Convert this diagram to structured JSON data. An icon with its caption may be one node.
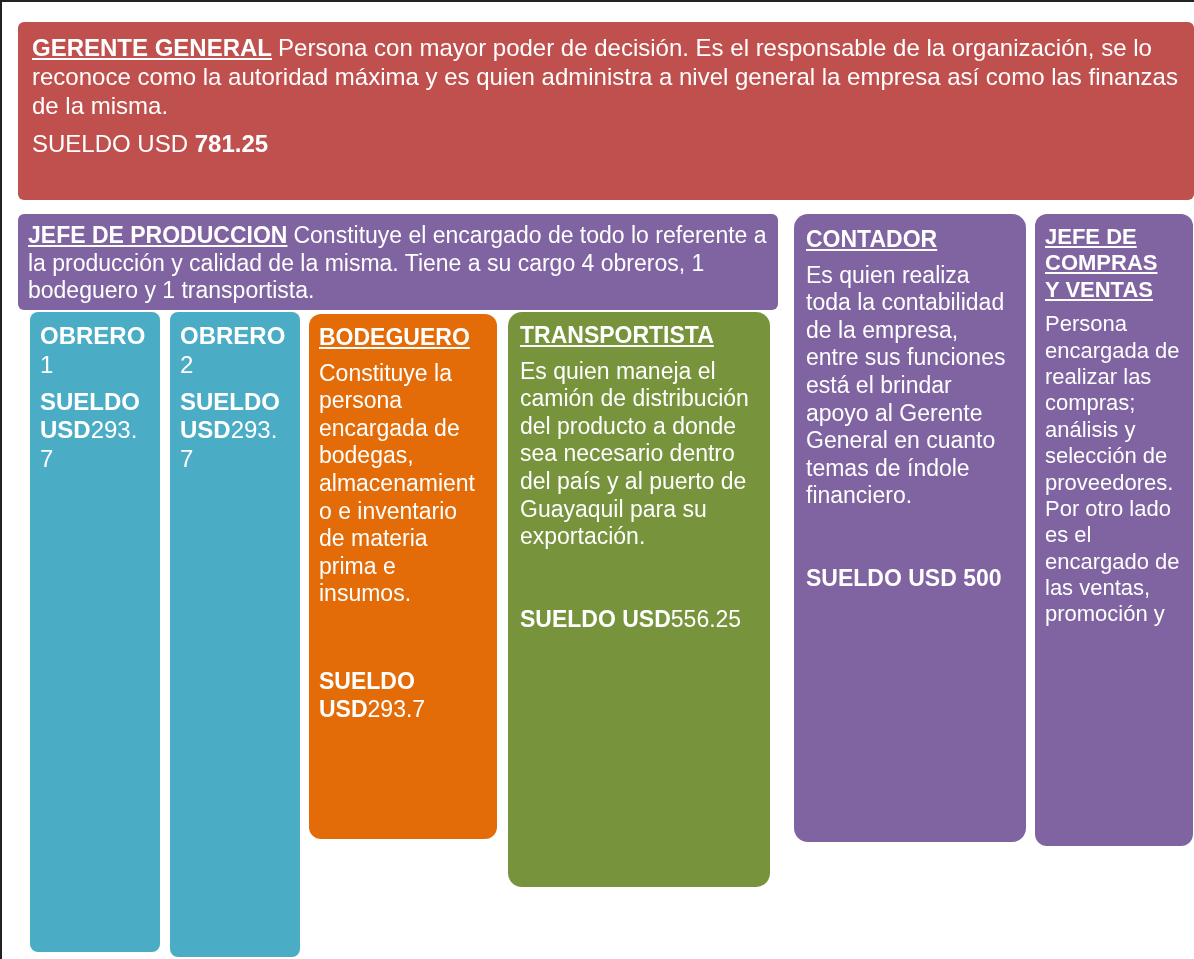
{
  "diagram": {
    "nodes": [
      {
        "text": [
          "GERENTE GENERAL",
          "Persona con mayor poder de decisión. Es el responsable de la organización, se lo reconoce como la autoridad máxima y es quien administra a nivel general la empresa así como las finanzas de la misma.",
          "SUELDO USD **781.25**"
        ]
      },
      {
        "text": [
          "JEFE DE PRODUCCION",
          "Constituye el encargado de todo lo referente a la producción y calidad de la misma. Tiene a su cargo 4 obreros, 1 bodeguero y 1 transportista."
        ]
      },
      {
        "text": [
          "**OBRERO** 1",
          "**SUELDO USD**293.7"
        ]
      },
      {
        "text": [
          "**OBRERO** 2",
          "**SUELDO USD**293.7"
        ]
      },
      {
        "text": [
          "BODEGUERO",
          "Constituye la persona encargada de bodegas, almacenamiento e inventario de materia prima e insumos.",
          "**SUELDO USD**293.7"
        ]
      },
      {
        "text": [
          "TRANSPORTISTA",
          "Es quien maneja el camión de distribución del producto a donde sea necesario dentro del país y al puerto de Guayaquil para su exportación.",
          "**SUELDO USD**556.25"
        ]
      },
      {
        "text": [
          "CONTADOR",
          "Es quien realiza toda la contabilidad de la empresa, entre sus funciones está el brindar apoyo al Gerente General en cuanto temas de índole financiero.",
          "SUELDO USD 500"
        ]
      },
      {
        "text": [
          "JEFE DE COMPRAS Y VENTAS",
          "Persona encargada de realizar las compras; análisis y selección de proveedores. Por otro lado es el encargado de las ventas, promoción y"
        ]
      }
    ]
  }
}
